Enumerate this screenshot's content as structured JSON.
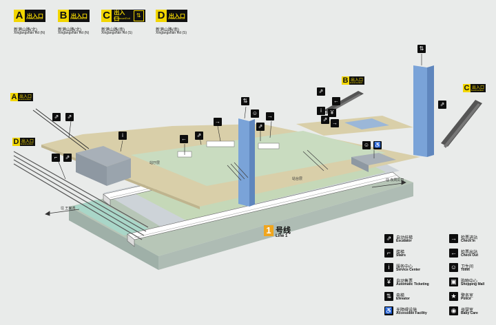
{
  "exits": [
    {
      "letter": "A",
      "cn": "出入口",
      "en": "Entrance/Exit",
      "road_cn": "新港山路(北)",
      "road_en": "Xingangshan Rd (N)",
      "extra_icon": ""
    },
    {
      "letter": "B",
      "cn": "出入口",
      "en": "Entrance/Exit",
      "road_cn": "新港山路(北)",
      "road_en": "Xingangshan Rd (N)",
      "extra_icon": ""
    },
    {
      "letter": "C",
      "cn": "出入口",
      "en": "Entrance/Exit",
      "road_cn": "新港山路(南)",
      "road_en": "Xingangshan Rd (S)",
      "extra_icon": "elevator-icon"
    },
    {
      "letter": "D",
      "cn": "出入口",
      "en": "Entrance/Exit",
      "road_cn": "新港山路(南)",
      "road_en": "Xingangshan Rd (S)",
      "extra_icon": ""
    }
  ],
  "map_badges": [
    {
      "letter": "A",
      "cn": "出入口",
      "en": "Entrance/Exit"
    },
    {
      "letter": "B",
      "cn": "出入口",
      "en": "Entrance/Exit"
    },
    {
      "letter": "C",
      "cn": "出入口",
      "en": "Entrance/Exit"
    },
    {
      "letter": "D",
      "cn": "出入口",
      "en": "Entrance/Exit"
    }
  ],
  "floor_labels": {
    "concourse": "站厅层",
    "platform": "站台层"
  },
  "directions": {
    "west": "往 王家湾",
    "east": "往 东风公司"
  },
  "line": {
    "number": "1",
    "cn": "号线",
    "en": "Line 1"
  },
  "legend": {
    "left": [
      {
        "icon": "escalator-icon",
        "glyph": "⇗",
        "cn": "自动扶梯",
        "en": "Escalator"
      },
      {
        "icon": "stairs-icon",
        "glyph": "⌐",
        "cn": "楼梯",
        "en": "Stairs"
      },
      {
        "icon": "service-center-icon",
        "glyph": "i",
        "cn": "服务中心",
        "en": "Service Center"
      },
      {
        "icon": "ticket-machine-icon",
        "glyph": "¥",
        "cn": "自动售票",
        "en": "Automatic Ticketing"
      },
      {
        "icon": "elevator-icon",
        "glyph": "⇅",
        "cn": "电梯",
        "en": "Elevator"
      },
      {
        "icon": "accessible-icon",
        "glyph": "♿",
        "cn": "无障碍设施",
        "en": "Accessible Facility"
      }
    ],
    "right": [
      {
        "icon": "check-in-icon",
        "glyph": "→",
        "cn": "检票进站",
        "en": "Check In"
      },
      {
        "icon": "check-out-icon",
        "glyph": "←",
        "cn": "检票出站",
        "en": "Check Out"
      },
      {
        "icon": "toilet-icon",
        "glyph": "☺",
        "cn": "卫生间",
        "en": "Toilet"
      },
      {
        "icon": "shopping-icon",
        "glyph": "▣",
        "cn": "购物中心",
        "en": "Shopping Mall"
      },
      {
        "icon": "police-icon",
        "glyph": "★",
        "cn": "警务室",
        "en": "Police"
      },
      {
        "icon": "baby-care-icon",
        "glyph": "◉",
        "cn": "母婴室",
        "en": "Baby Care"
      }
    ]
  },
  "colors": {
    "background": "#e9ebea",
    "concourse": "#d9cfa9",
    "platform": "#c5d8b8",
    "track": "#cdd3d8",
    "water": "#a9d6c8",
    "elevator_shaft": "#7aa3d8",
    "exit_badge": "#101010",
    "exit_accent": "#f2d600",
    "line1": "#f0a61e"
  }
}
